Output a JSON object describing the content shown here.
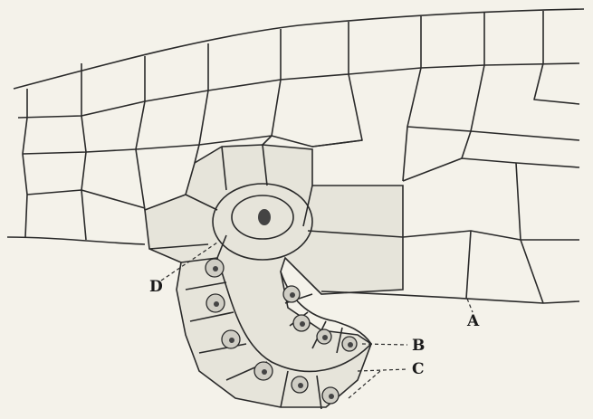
{
  "figure": {
    "labels": {
      "a": "A",
      "b": "B",
      "c": "C",
      "d": "D"
    },
    "colors": {
      "background": "#f4f2ea",
      "ink": "#2a2a2a",
      "stippled_tissue": "#e6e4da"
    }
  }
}
